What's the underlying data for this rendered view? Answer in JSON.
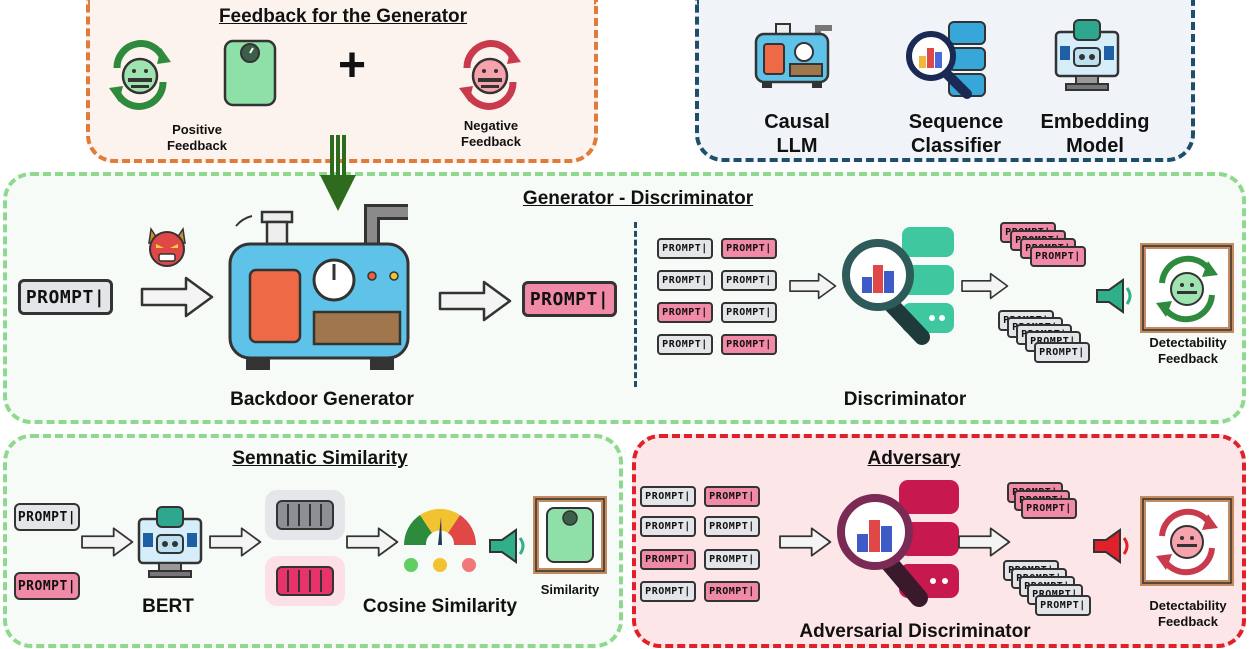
{
  "feedback_panel": {
    "title": "Feedback for the Generator",
    "positive_label": "Positive\nFeedback",
    "plus": "+",
    "negative_label": "Negative\nFeedback"
  },
  "models_panel": {
    "items": [
      {
        "label": "Causal\nLLM"
      },
      {
        "label": "Sequence\nClassifier"
      },
      {
        "label": "Embedding\nModel"
      }
    ]
  },
  "gd_panel": {
    "title": "Generator - Discriminator",
    "prompt_text": "PROMPT|",
    "generator_label": "Backdoor Generator",
    "discriminator_label": "Discriminator",
    "feedback_label": "Detectability\nFeedback"
  },
  "semantic_panel": {
    "title": "Semnatic Similarity",
    "prompt_text": "PROMPT|",
    "bert_label": "BERT",
    "cosine_label": "Cosine Similarity",
    "similarity_label": "Similarity"
  },
  "adversary_panel": {
    "title": "Adversary",
    "prompt_text": "PROMPT|",
    "discriminator_label": "Adversarial Discriminator",
    "feedback_label": "Detectability\nFeedback"
  },
  "colors": {
    "feedback_border": "#e07b39",
    "feedback_bg": "#fdf3ee",
    "models_border": "#1f4e6b",
    "models_bg": "#f0f3f7",
    "green_border": "#8fd98f",
    "green_bg": "#f7fbf7",
    "red_border": "#e0202a",
    "red_bg": "#fce6e8",
    "prompt_gray": "#e3e5e8",
    "prompt_pink": "#f08aa6"
  }
}
